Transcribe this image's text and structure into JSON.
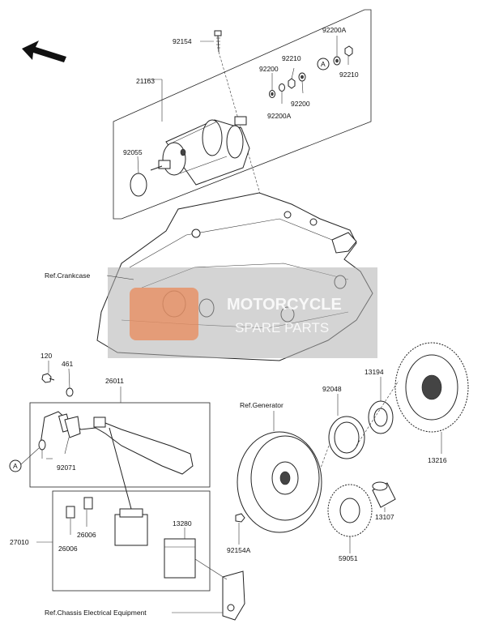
{
  "labels": {
    "p92154": "92154",
    "p92200A_top": "92200A",
    "p92210_top": "92210",
    "p92200": "92200",
    "p92210_right": "92210",
    "p21163": "21163",
    "p92200_mid": "92200",
    "p92200A_mid": "92200A",
    "p92055": "92055",
    "ref_crankcase": "Ref.Crankcase",
    "p120": "120",
    "p461": "461",
    "p26011": "26011",
    "p92071": "92071",
    "p27010": "27010",
    "p26006_a": "26006",
    "p26006_b": "26006",
    "p13280": "13280",
    "ref_chassis": "Ref.Chassis Electrical Equipment",
    "ref_generator": "Ref.Generator",
    "p92048": "92048",
    "p13194": "13194",
    "p13216": "13216",
    "p92154A": "92154A",
    "p13107": "13107",
    "p59051": "59051",
    "marker_a1": "A",
    "marker_a2": "A"
  },
  "watermark": {
    "line1": "MOTORCYCLE",
    "line2": "SPARE PARTS"
  },
  "colors": {
    "watermark_bg": "#b0b0b0",
    "watermark_accent": "#e98a5a"
  },
  "icons": {
    "direction_arrow": "arrow-up-left-icon"
  }
}
